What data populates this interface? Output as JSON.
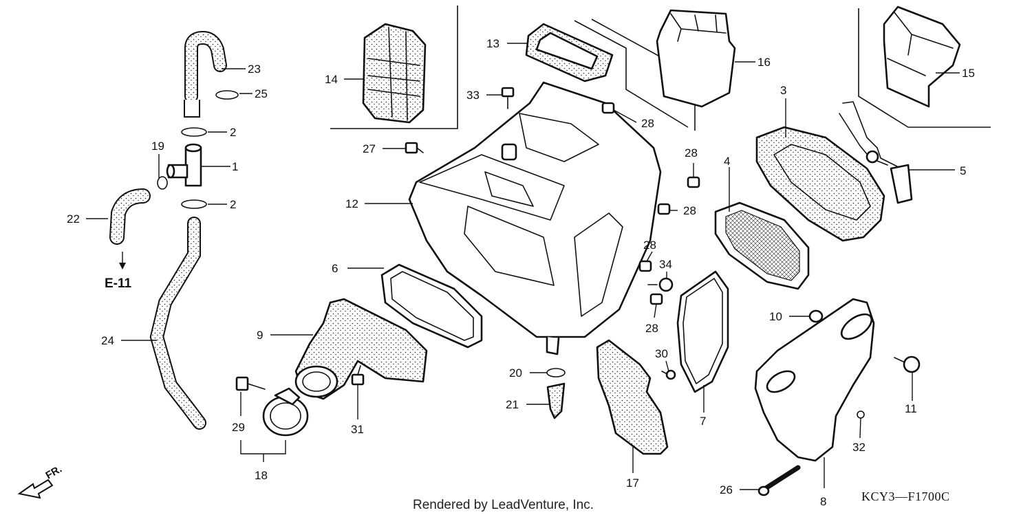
{
  "reference": "E-11",
  "credit": "Rendered by LeadVenture, Inc.",
  "diagram_code": "KCY3—F1700C",
  "direction_label": "FR.",
  "callouts": [
    "1",
    "2",
    "2",
    "3",
    "4",
    "5",
    "6",
    "7",
    "8",
    "9",
    "10",
    "11",
    "12",
    "13",
    "14",
    "15",
    "16",
    "17",
    "18",
    "19",
    "20",
    "21",
    "22",
    "23",
    "24",
    "25",
    "26",
    "27",
    "28",
    "28",
    "28",
    "28",
    "28",
    "29",
    "30",
    "31",
    "32",
    "33",
    "34"
  ]
}
